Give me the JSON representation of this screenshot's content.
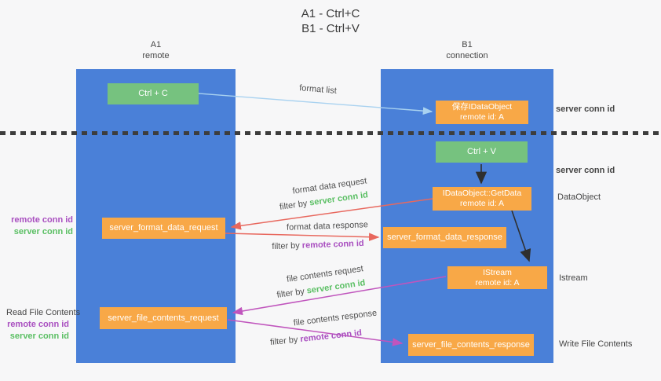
{
  "title": {
    "line1": "A1 - Ctrl+C",
    "line2": "B1 - Ctrl+V"
  },
  "lifelines": {
    "left": {
      "id": "A1",
      "name": "remote"
    },
    "right": {
      "id": "B1",
      "name": "connection"
    }
  },
  "nodes": {
    "ctrl_c": "Ctrl + C",
    "save_dataobject_line1": "保存IDataObject",
    "save_dataobject_line2": "remote id: A",
    "ctrl_v": "Ctrl + V",
    "getdata_line1": "IDataObject::GetData",
    "getdata_line2": "remote id: A",
    "server_format_data_request": "server_format_data_request",
    "server_format_data_response": "server_format_data_response",
    "istream_line1": "IStream",
    "istream_line2": "remote id: A",
    "server_file_contents_request": "server_file_contents_request",
    "server_file_contents_response": "server_file_contents_response"
  },
  "annotations": {
    "server_conn_id_top": "server conn id",
    "server_conn_id_mid": "server conn id",
    "dataobject": "DataObject",
    "istream": "Istream",
    "write_file_contents": "Write File Contents",
    "read_file_contents": "Read File Contents",
    "left_block1_remote": "remote conn id",
    "left_block1_server": "server conn id",
    "left_block2_remote": "remote conn id",
    "left_block2_server": "server conn id"
  },
  "arrows": {
    "format_list": {
      "label": "format list"
    },
    "format_data_request": {
      "label": "format data request",
      "filter_prefix": "filter by",
      "filter_value": "server conn id"
    },
    "format_data_response": {
      "label": "format data response",
      "filter_prefix": "filter by",
      "filter_value": "remote conn id"
    },
    "file_contents_request": {
      "label": "file contents request",
      "filter_prefix": "filter by",
      "filter_value": "server conn id"
    },
    "file_contents_response": {
      "label": "file contents response",
      "filter_prefix": "filter by",
      "filter_value": "remote conn id"
    }
  },
  "colors": {
    "lifeline_blue": "#4a80d8",
    "action_green": "#76c27f",
    "message_orange": "#f8a847",
    "arrow_lightblue": "#a9d2f0",
    "arrow_red": "#e8685e",
    "arrow_magenta": "#c055bd",
    "arrow_black": "#2f2f2f",
    "text_green": "#5abf63",
    "text_purple": "#a94fc0"
  }
}
